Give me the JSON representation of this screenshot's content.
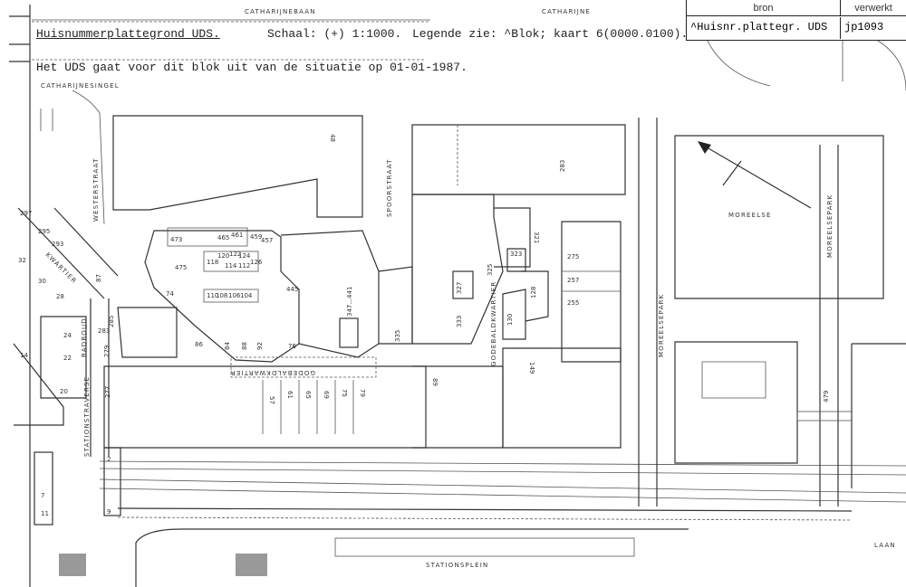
{
  "header": {
    "title": "Huisnummerplattegrond UDS.",
    "scale": "Schaal: (+) 1:1000.",
    "legend": "Legende zie: ^Blok; kaart 6(0000.0100).",
    "situation": "Het UDS gaat voor dit blok uit van de situatie op 01-01-1987."
  },
  "source_table": {
    "col_source": "bron",
    "col_processed": "verwerkt",
    "source_value": "^Huisnr.plattegr. UDS",
    "processed_value": "jp1093"
  },
  "streets": {
    "catharijnebaan": "CATHARIJNEBAAN",
    "catharijne": "CATHARIJNE",
    "catharijnesingel": "CATHARIJNESINGEL",
    "westerstraat": "WESTERSTRAAT",
    "spoorstraat": "SPOORSTRAAT",
    "kwartier": "KWARTIER",
    "radboud": "RADBOUD",
    "stationstraverse": "STATIONSTRAVERSE",
    "godebaldkwartier_1": "GODEBALDKWARTIER",
    "godebaldkwartier_2": "GODEBALDKWARTIER",
    "moreelsepark_1": "MOREELSEPARK",
    "moreelsepark_2": "MOREELSEPARK",
    "moreelse": "MOREELSE",
    "stationsplein": "STATIONSPLEIN",
    "laan": "LAAN"
  },
  "house_numbers": {
    "n48": "48",
    "n283a": "283",
    "n321": "321",
    "n323": "323",
    "n325": "325",
    "n327": "327",
    "n333": "333",
    "n335": "335",
    "n347": "347...441",
    "n445": "445",
    "n475": "475",
    "n473": "473",
    "n465": "465",
    "n461": "461",
    "n459": "459",
    "n457": "457",
    "n118": "118",
    "n120": "120",
    "n122": "122",
    "n124": "124",
    "n126": "126",
    "n114": "114",
    "n112": "112",
    "n110": "110",
    "n108": "108",
    "n106": "106",
    "n104": "104",
    "n84": "84",
    "n88": "88",
    "n92": "92",
    "n76": "76",
    "n86": "86",
    "n74": "74",
    "n87": "87",
    "n285": "285",
    "n283b": "283",
    "n279": "279",
    "n30": "30",
    "n32": "32",
    "n28": "28",
    "n297": "297",
    "n295": "295",
    "n293": "293",
    "n24": "24",
    "n22": "22",
    "n20": "20",
    "n14": "14",
    "n277": "277",
    "n57": "57",
    "n61": "61",
    "n65": "65",
    "n69": "69",
    "n75": "75",
    "n79": "79",
    "n89": "89",
    "n149": "149",
    "n130": "130",
    "n128": "128",
    "n275": "275",
    "n257": "257",
    "n255": "255",
    "n479": "479",
    "n2": "2",
    "n7": "7",
    "n9": "9",
    "n11": "11"
  }
}
